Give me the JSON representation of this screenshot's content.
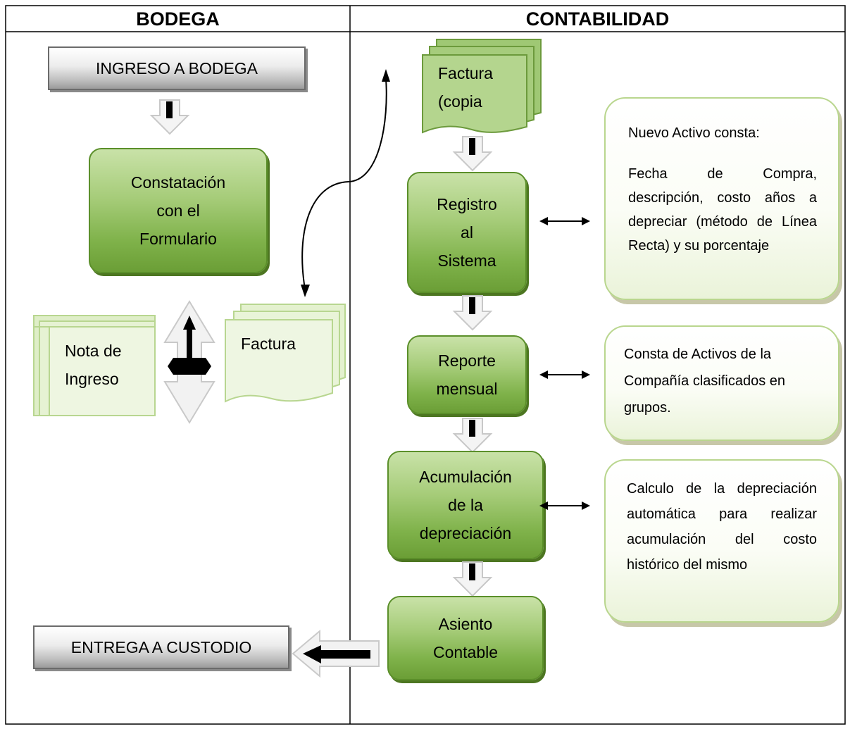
{
  "lanes": {
    "left_title": "BODEGA",
    "right_title": "CONTABILIDAD"
  },
  "bodega": {
    "ingreso": "INGRESO A BODEGA",
    "constatacion": [
      "Constatación",
      "con el",
      "Formulario"
    ],
    "nota_ingreso": [
      "Nota de",
      "Ingreso"
    ],
    "factura": "Factura",
    "entrega": "ENTREGA A CUSTODIO"
  },
  "contabilidad": {
    "factura_copia": [
      "Factura",
      "(copia"
    ],
    "registro": [
      "Registro",
      "al",
      "Sistema"
    ],
    "reporte": [
      "Reporte",
      "mensual"
    ],
    "acumulacion": [
      "Acumulación",
      "de la",
      "depreciación"
    ],
    "asiento": [
      "Asiento",
      "Contable"
    ]
  },
  "notes": {
    "nuevo_activo_title": "Nuevo Activo consta:",
    "nuevo_activo_body": "Fecha de Compra, descripción, costo años a depreciar (método de Línea Recta) y su porcentaje",
    "reporte_body": "Consta de Activos de la Compañía clasificados en grupos.",
    "calculo_body": "Calculo de la depreciación automática para realizar acumulación del costo histórico del mismo"
  },
  "colors": {
    "green_fill": "#8cbf5a",
    "green_border": "#5b8f2a",
    "doc_fill": "#c5e09a",
    "note_border": "#b9d68e",
    "grey_fill": "#bdbdbd"
  }
}
